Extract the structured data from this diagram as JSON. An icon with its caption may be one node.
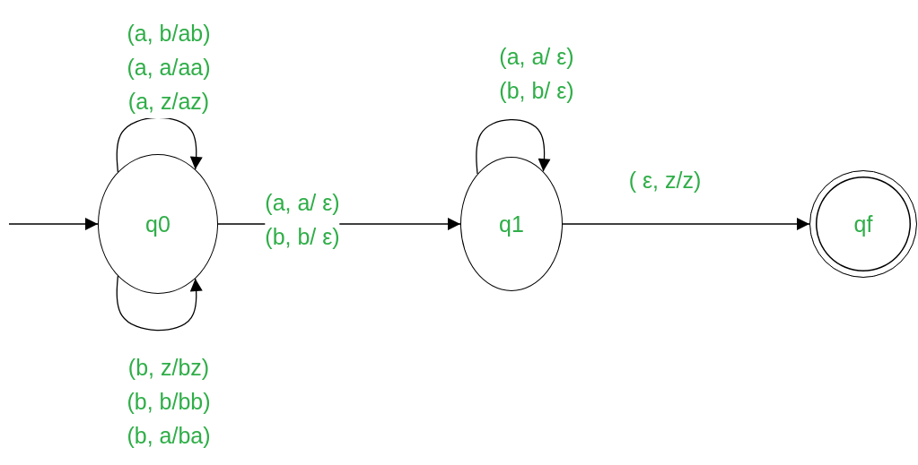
{
  "diagram": {
    "nodes": [
      {
        "text": [
          "q0"
        ]
      },
      {
        "text": [
          "q1"
        ]
      },
      {
        "text": [
          "qf"
        ]
      }
    ],
    "edges": [
      {
        "from": null,
        "to": 0,
        "arrow": "to"
      },
      {
        "from": 0,
        "to": 0,
        "arrow": "to",
        "label": "(a, b/ab) (a, a/aa) (a, z/az)"
      },
      {
        "from": 0,
        "to": 0,
        "arrow": "to",
        "label": "(b, z/bz) (b, b/bb) (b, a/ba)"
      },
      {
        "from": 0,
        "to": 1,
        "arrow": "to",
        "label": "(a, a/ ε) (b, b/ ε)"
      },
      {
        "from": 1,
        "to": 1,
        "arrow": "to",
        "label": "(a, a/ ε) (b, b/ ε)"
      },
      {
        "from": 1,
        "to": 2,
        "arrow": "to",
        "label": "( ε, z/z)"
      }
    ]
  }
}
